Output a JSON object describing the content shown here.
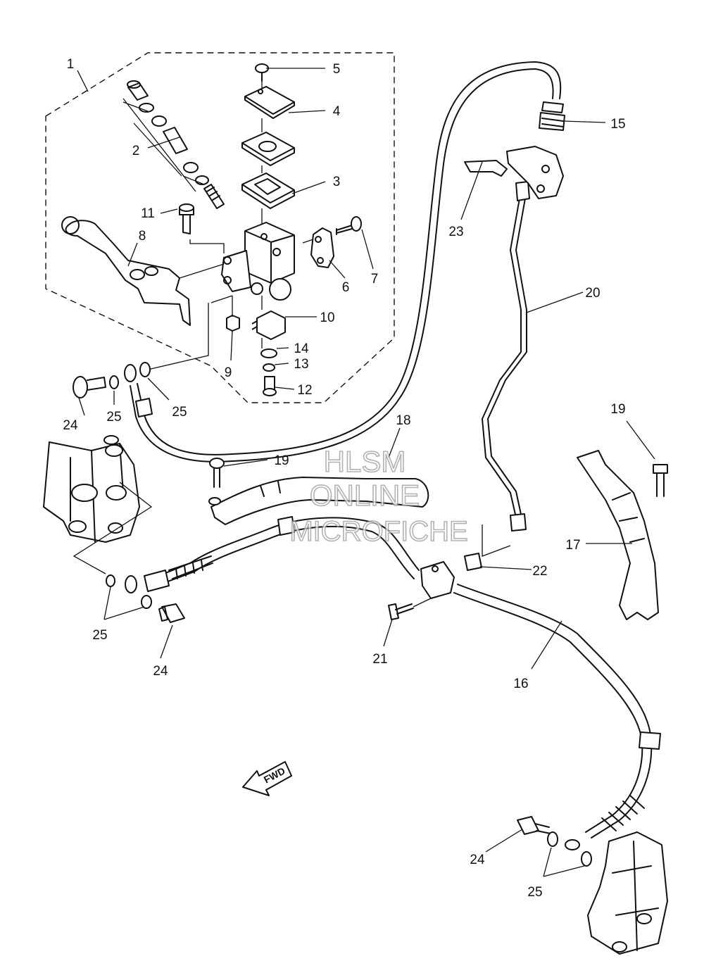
{
  "watermark": {
    "line1": "HLSM",
    "line2": "ONLINE",
    "line3": "MICROFICHE"
  },
  "direction_label": "FWD",
  "callouts": [
    {
      "id": "c1",
      "text": "1"
    },
    {
      "id": "c2",
      "text": "2"
    },
    {
      "id": "c3",
      "text": "3"
    },
    {
      "id": "c4",
      "text": "4"
    },
    {
      "id": "c5",
      "text": "5"
    },
    {
      "id": "c6",
      "text": "6"
    },
    {
      "id": "c7",
      "text": "7"
    },
    {
      "id": "c8",
      "text": "8"
    },
    {
      "id": "c9",
      "text": "9"
    },
    {
      "id": "c10",
      "text": "10"
    },
    {
      "id": "c11",
      "text": "11"
    },
    {
      "id": "c12",
      "text": "12"
    },
    {
      "id": "c13",
      "text": "13"
    },
    {
      "id": "c14",
      "text": "14"
    },
    {
      "id": "c15",
      "text": "15"
    },
    {
      "id": "c16",
      "text": "16"
    },
    {
      "id": "c17",
      "text": "17"
    },
    {
      "id": "c18",
      "text": "18"
    },
    {
      "id": "c19a",
      "text": "19"
    },
    {
      "id": "c19b",
      "text": "19"
    },
    {
      "id": "c20",
      "text": "20"
    },
    {
      "id": "c21",
      "text": "21"
    },
    {
      "id": "c22",
      "text": "22"
    },
    {
      "id": "c23",
      "text": "23"
    },
    {
      "id": "c24a",
      "text": "24"
    },
    {
      "id": "c24b",
      "text": "24"
    },
    {
      "id": "c24c",
      "text": "24"
    },
    {
      "id": "c25a",
      "text": "25"
    },
    {
      "id": "c25b",
      "text": "25"
    },
    {
      "id": "c25c",
      "text": "25"
    },
    {
      "id": "c25d",
      "text": "25"
    }
  ]
}
